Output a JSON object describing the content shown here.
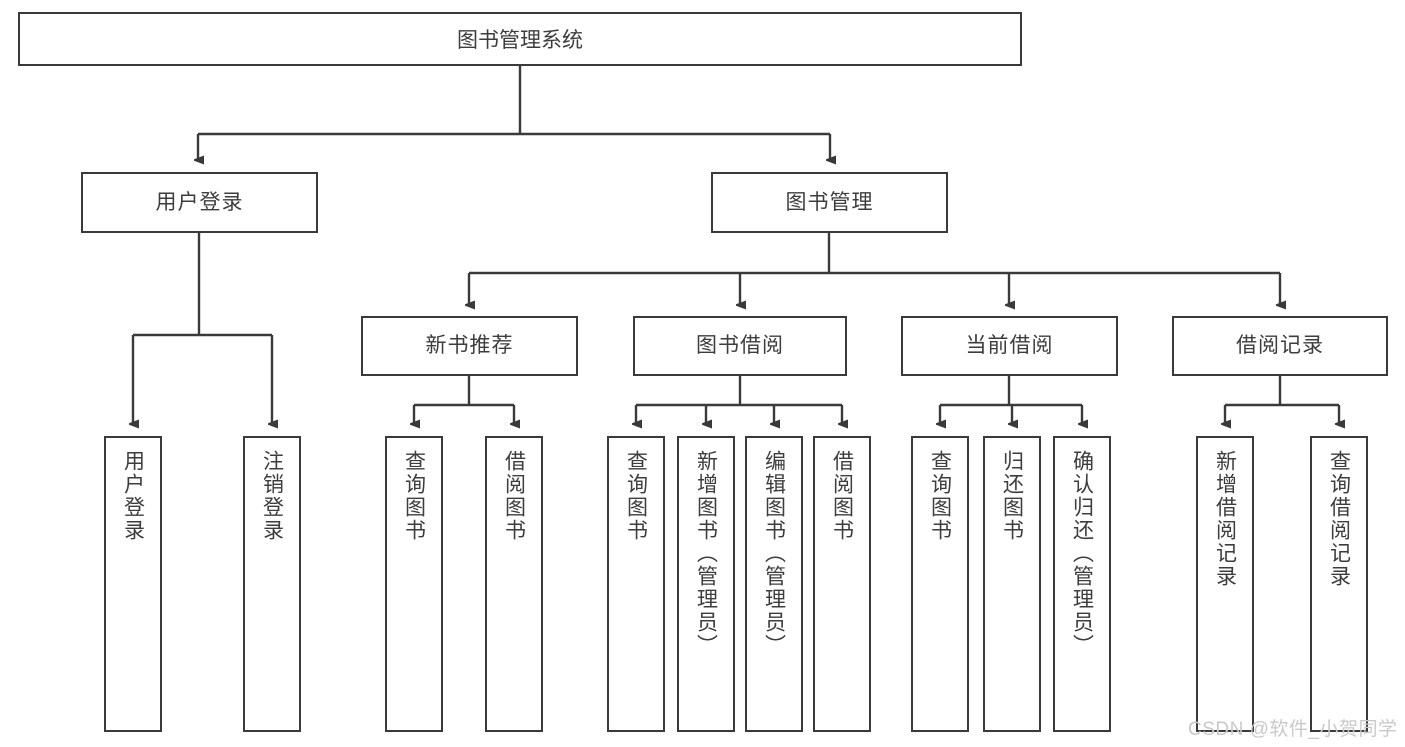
{
  "diagram": {
    "title": "图书管理系统",
    "type": "hierarchy-tree",
    "root": {
      "label": "图书管理系统"
    },
    "level2": [
      {
        "label": "用户登录"
      },
      {
        "label": "图书管理"
      }
    ],
    "level3": [
      {
        "label": "新书推荐"
      },
      {
        "label": "图书借阅"
      },
      {
        "label": "当前借阅"
      },
      {
        "label": "借阅记录"
      }
    ],
    "leaves": {
      "user_login": [
        {
          "label": "用户登录"
        },
        {
          "label": "注销登录"
        }
      ],
      "new_book_recommend": [
        {
          "label": "查询图书"
        },
        {
          "label": "借阅图书"
        }
      ],
      "book_borrow": [
        {
          "label": "查询图书"
        },
        {
          "label": "新增图书（管理员）"
        },
        {
          "label": "编辑图书（管理员）"
        },
        {
          "label": "借阅图书"
        }
      ],
      "current_borrow": [
        {
          "label": "查询图书"
        },
        {
          "label": "归还图书"
        },
        {
          "label": "确认归还（管理员）"
        }
      ],
      "borrow_record": [
        {
          "label": "新增借阅记录"
        },
        {
          "label": "查询借阅记录"
        }
      ]
    }
  },
  "watermark": {
    "text": "CSDN @软件_小贺同学"
  },
  "colors": {
    "stroke": "#3a3a3a",
    "text": "#3d3d3d",
    "background": "#ffffff",
    "watermark": "#c9c9c9"
  }
}
